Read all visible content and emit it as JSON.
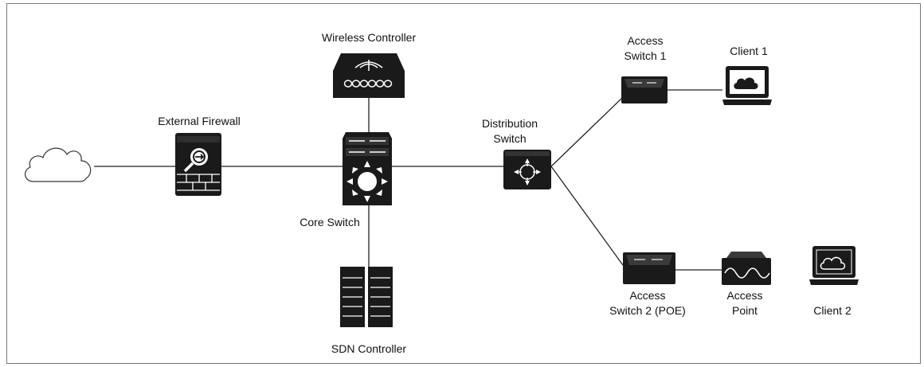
{
  "diagram": {
    "nodes": {
      "internet": {
        "label": "",
        "icon": "cloud-icon"
      },
      "firewall": {
        "label": "External Firewall",
        "icon": "firewall-icon"
      },
      "wireless_controller": {
        "label": "Wireless Controller",
        "icon": "wireless-controller-icon"
      },
      "core_switch": {
        "label": "Core Switch",
        "icon": "core-switch-icon"
      },
      "sdn_controller": {
        "label": "SDN Controller",
        "icon": "server-icon"
      },
      "distribution_switch": {
        "label": "Distribution\nSwitch",
        "icon": "switch-icon"
      },
      "access_switch_1": {
        "label": "Access\nSwitch 1",
        "icon": "access-switch-icon"
      },
      "access_switch_2": {
        "label": "Access\nSwitch 2 (POE)",
        "icon": "access-switch-icon"
      },
      "access_point": {
        "label": "Access\nPoint",
        "icon": "access-point-icon"
      },
      "client_1": {
        "label": "Client 1",
        "icon": "laptop-icon"
      },
      "client_2": {
        "label": "Client 2",
        "icon": "laptop-icon"
      }
    },
    "links": [
      [
        "internet",
        "firewall"
      ],
      [
        "firewall",
        "core_switch"
      ],
      [
        "wireless_controller",
        "core_switch"
      ],
      [
        "core_switch",
        "sdn_controller"
      ],
      [
        "core_switch",
        "distribution_switch"
      ],
      [
        "distribution_switch",
        "access_switch_1"
      ],
      [
        "distribution_switch",
        "access_switch_2"
      ],
      [
        "access_switch_1",
        "client_1"
      ],
      [
        "access_switch_2",
        "access_point"
      ]
    ]
  },
  "colors": {
    "device": "#1a1a1a",
    "line": "#222222",
    "icon_detail": "#ffffff"
  }
}
